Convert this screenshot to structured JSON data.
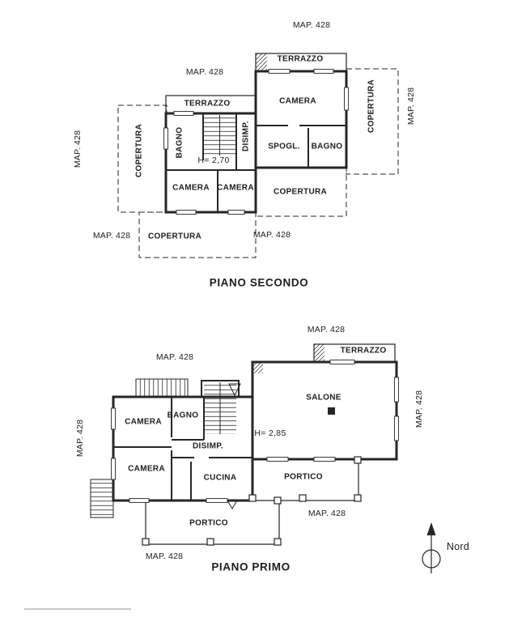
{
  "colors": {
    "ink": "#262626",
    "paper": "#ffffff"
  },
  "floor2": {
    "title": "PIANO SECONDO",
    "map_top": "MAP. 428",
    "map_upper_left": "MAP. 428",
    "map_right_v": "MAP. 428",
    "map_left_v": "MAP. 428",
    "map_bottom_left": "MAP. 428",
    "map_bottom_center": "MAP. 428",
    "terrazzo_right": "TERRAZZO",
    "terrazzo_left": "TERRAZZO",
    "camera_top": "CAMERA",
    "camera_bottom_left": "CAMERA",
    "camera_bottom_right": "CAMERA",
    "bagno_left": "BAGNO",
    "bagno_right": "BAGNO",
    "disimp": "DISIMP.",
    "spogl": "SPOGL.",
    "height": "H= 2,70",
    "copertura_right": "COPERTURA",
    "copertura_left": "COPERTURA",
    "copertura_mid": "COPERTURA",
    "copertura_bottom": "COPERTURA"
  },
  "floor1": {
    "title": "PIANO PRIMO",
    "map_top": "MAP. 428",
    "map_upper_left": "MAP. 428",
    "map_right_v": "MAP. 428",
    "map_left_v": "MAP. 428",
    "map_mid": "MAP. 428",
    "map_bottom": "MAP. 428",
    "terrazzo": "TERRAZZO",
    "salone": "SALONE",
    "camera_top": "CAMERA",
    "camera_bottom": "CAMERA",
    "bagno": "BAGNO",
    "disimp": "DISIMP.",
    "cucina": "CUCINA",
    "portico_right": "PORTICO",
    "portico_bottom": "PORTICO",
    "height": "H= 2,85"
  },
  "compass": {
    "north_label": "Nord"
  }
}
